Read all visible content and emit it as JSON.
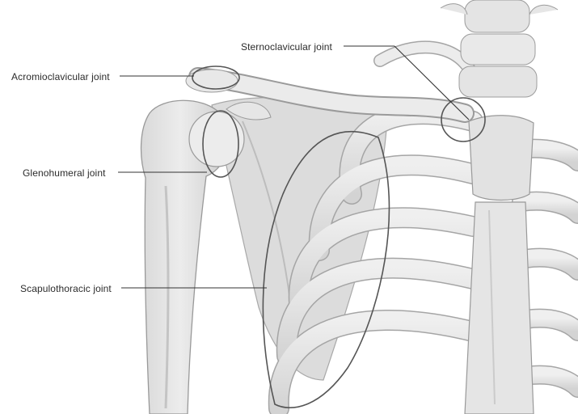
{
  "labels": {
    "sternoclavicular": "Sternoclavicular joint",
    "acromioclavicular": "Acromioclavicular joint",
    "glenohumeral": "Glenohumeral joint",
    "scapulothoracic": "Scapulothoracic joint"
  },
  "colors": {
    "bone_fill": "#e6e6e6",
    "bone_shade": "#cfcfcf",
    "bone_outline": "#9a9a9a",
    "marker_outline": "#555555",
    "leader_line": "#333333",
    "label_text": "#2b2b2b"
  }
}
